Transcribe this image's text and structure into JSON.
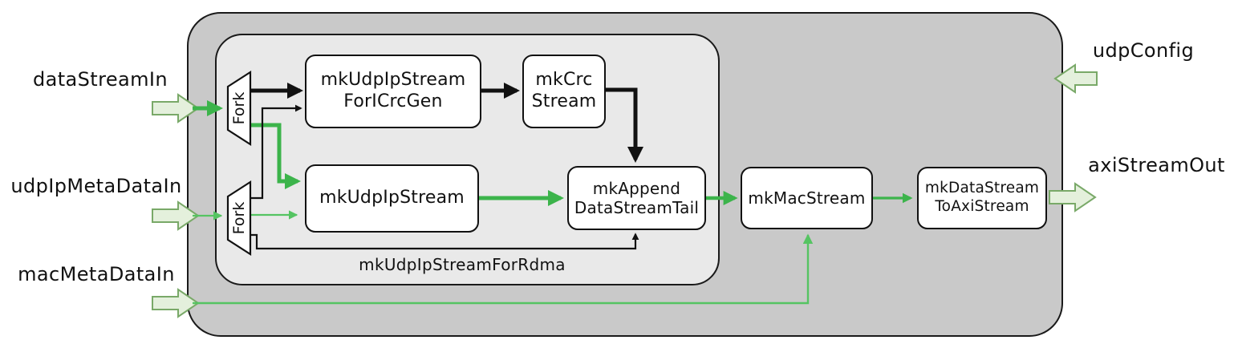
{
  "inner_container_label": "mkUdpIpStreamForRdma",
  "ports": [
    {
      "id": "dataStreamIn",
      "label": "dataStreamIn",
      "direction": "in",
      "side": "left"
    },
    {
      "id": "udpIpMetaDataIn",
      "label": "udpIpMetaDataIn",
      "direction": "in",
      "side": "left"
    },
    {
      "id": "macMetaDataIn",
      "label": "macMetaDataIn",
      "direction": "in",
      "side": "left"
    },
    {
      "id": "udpConfig",
      "label": "udpConfig",
      "direction": "in",
      "side": "right"
    },
    {
      "id": "axiStreamOut",
      "label": "axiStreamOut",
      "direction": "out",
      "side": "right"
    }
  ],
  "modules": [
    {
      "id": "mkUdpIpStreamForICrcGen",
      "line1": "mkUdpIpStream",
      "line2": "ForICrcGen"
    },
    {
      "id": "mkCrcStream",
      "line1": "mkCrc",
      "line2": "Stream"
    },
    {
      "id": "mkUdpIpStream",
      "line1": "mkUdpIpStream",
      "line2": ""
    },
    {
      "id": "mkAppendDataStreamTail",
      "line1": "mkAppend",
      "line2": "DataStreamTail"
    },
    {
      "id": "mkMacStream",
      "line1": "mkMacStream",
      "line2": ""
    },
    {
      "id": "mkDataStreamToAxiStream",
      "line1": "mkDataStream",
      "line2": "ToAxiStream"
    }
  ],
  "forks": [
    {
      "id": "fork-dataStream",
      "label": "Fork"
    },
    {
      "id": "fork-udpIpMetaData",
      "label": "Fork"
    }
  ],
  "edges": [
    {
      "from": "dataStreamIn",
      "to": "fork-dataStream",
      "color": "green",
      "weight": "thick"
    },
    {
      "from": "fork-dataStream",
      "to": "mkUdpIpStreamForICrcGen",
      "color": "black",
      "weight": "thick"
    },
    {
      "from": "fork-dataStream",
      "to": "mkUdpIpStream",
      "color": "green",
      "weight": "thick"
    },
    {
      "from": "udpIpMetaDataIn",
      "to": "fork-udpIpMetaData",
      "color": "green",
      "weight": "thin"
    },
    {
      "from": "fork-udpIpMetaData",
      "to": "mkUdpIpStreamForICrcGen",
      "color": "black",
      "weight": "thin"
    },
    {
      "from": "fork-udpIpMetaData",
      "to": "mkUdpIpStream",
      "color": "green",
      "weight": "thin"
    },
    {
      "from": "fork-udpIpMetaData",
      "to": "mkAppendDataStreamTail",
      "color": "black",
      "weight": "thin"
    },
    {
      "from": "mkUdpIpStreamForICrcGen",
      "to": "mkCrcStream",
      "color": "black",
      "weight": "thick"
    },
    {
      "from": "mkCrcStream",
      "to": "mkAppendDataStreamTail",
      "color": "black",
      "weight": "thick"
    },
    {
      "from": "mkUdpIpStream",
      "to": "mkAppendDataStreamTail",
      "color": "green",
      "weight": "thick"
    },
    {
      "from": "mkAppendDataStreamTail",
      "to": "mkMacStream",
      "color": "green",
      "weight": "thick"
    },
    {
      "from": "mkMacStream",
      "to": "mkDataStreamToAxiStream",
      "color": "green",
      "weight": "medium"
    },
    {
      "from": "macMetaDataIn",
      "to": "mkMacStream",
      "color": "green",
      "weight": "thin"
    },
    {
      "from": "mkDataStreamToAxiStream",
      "to": "axiStreamOut",
      "color": "green",
      "weight": "port"
    }
  ],
  "colors": {
    "green_thick": "#3cb44b",
    "green_thin": "#55c462",
    "black_wire": "#111111",
    "outer_fill": "#c9c9c9",
    "inner_fill": "#e9e9e9",
    "module_fill": "#ffffff",
    "port_arrow_fill": "#e4f0dc",
    "port_arrow_stroke": "#79a968",
    "text": "#111111"
  }
}
